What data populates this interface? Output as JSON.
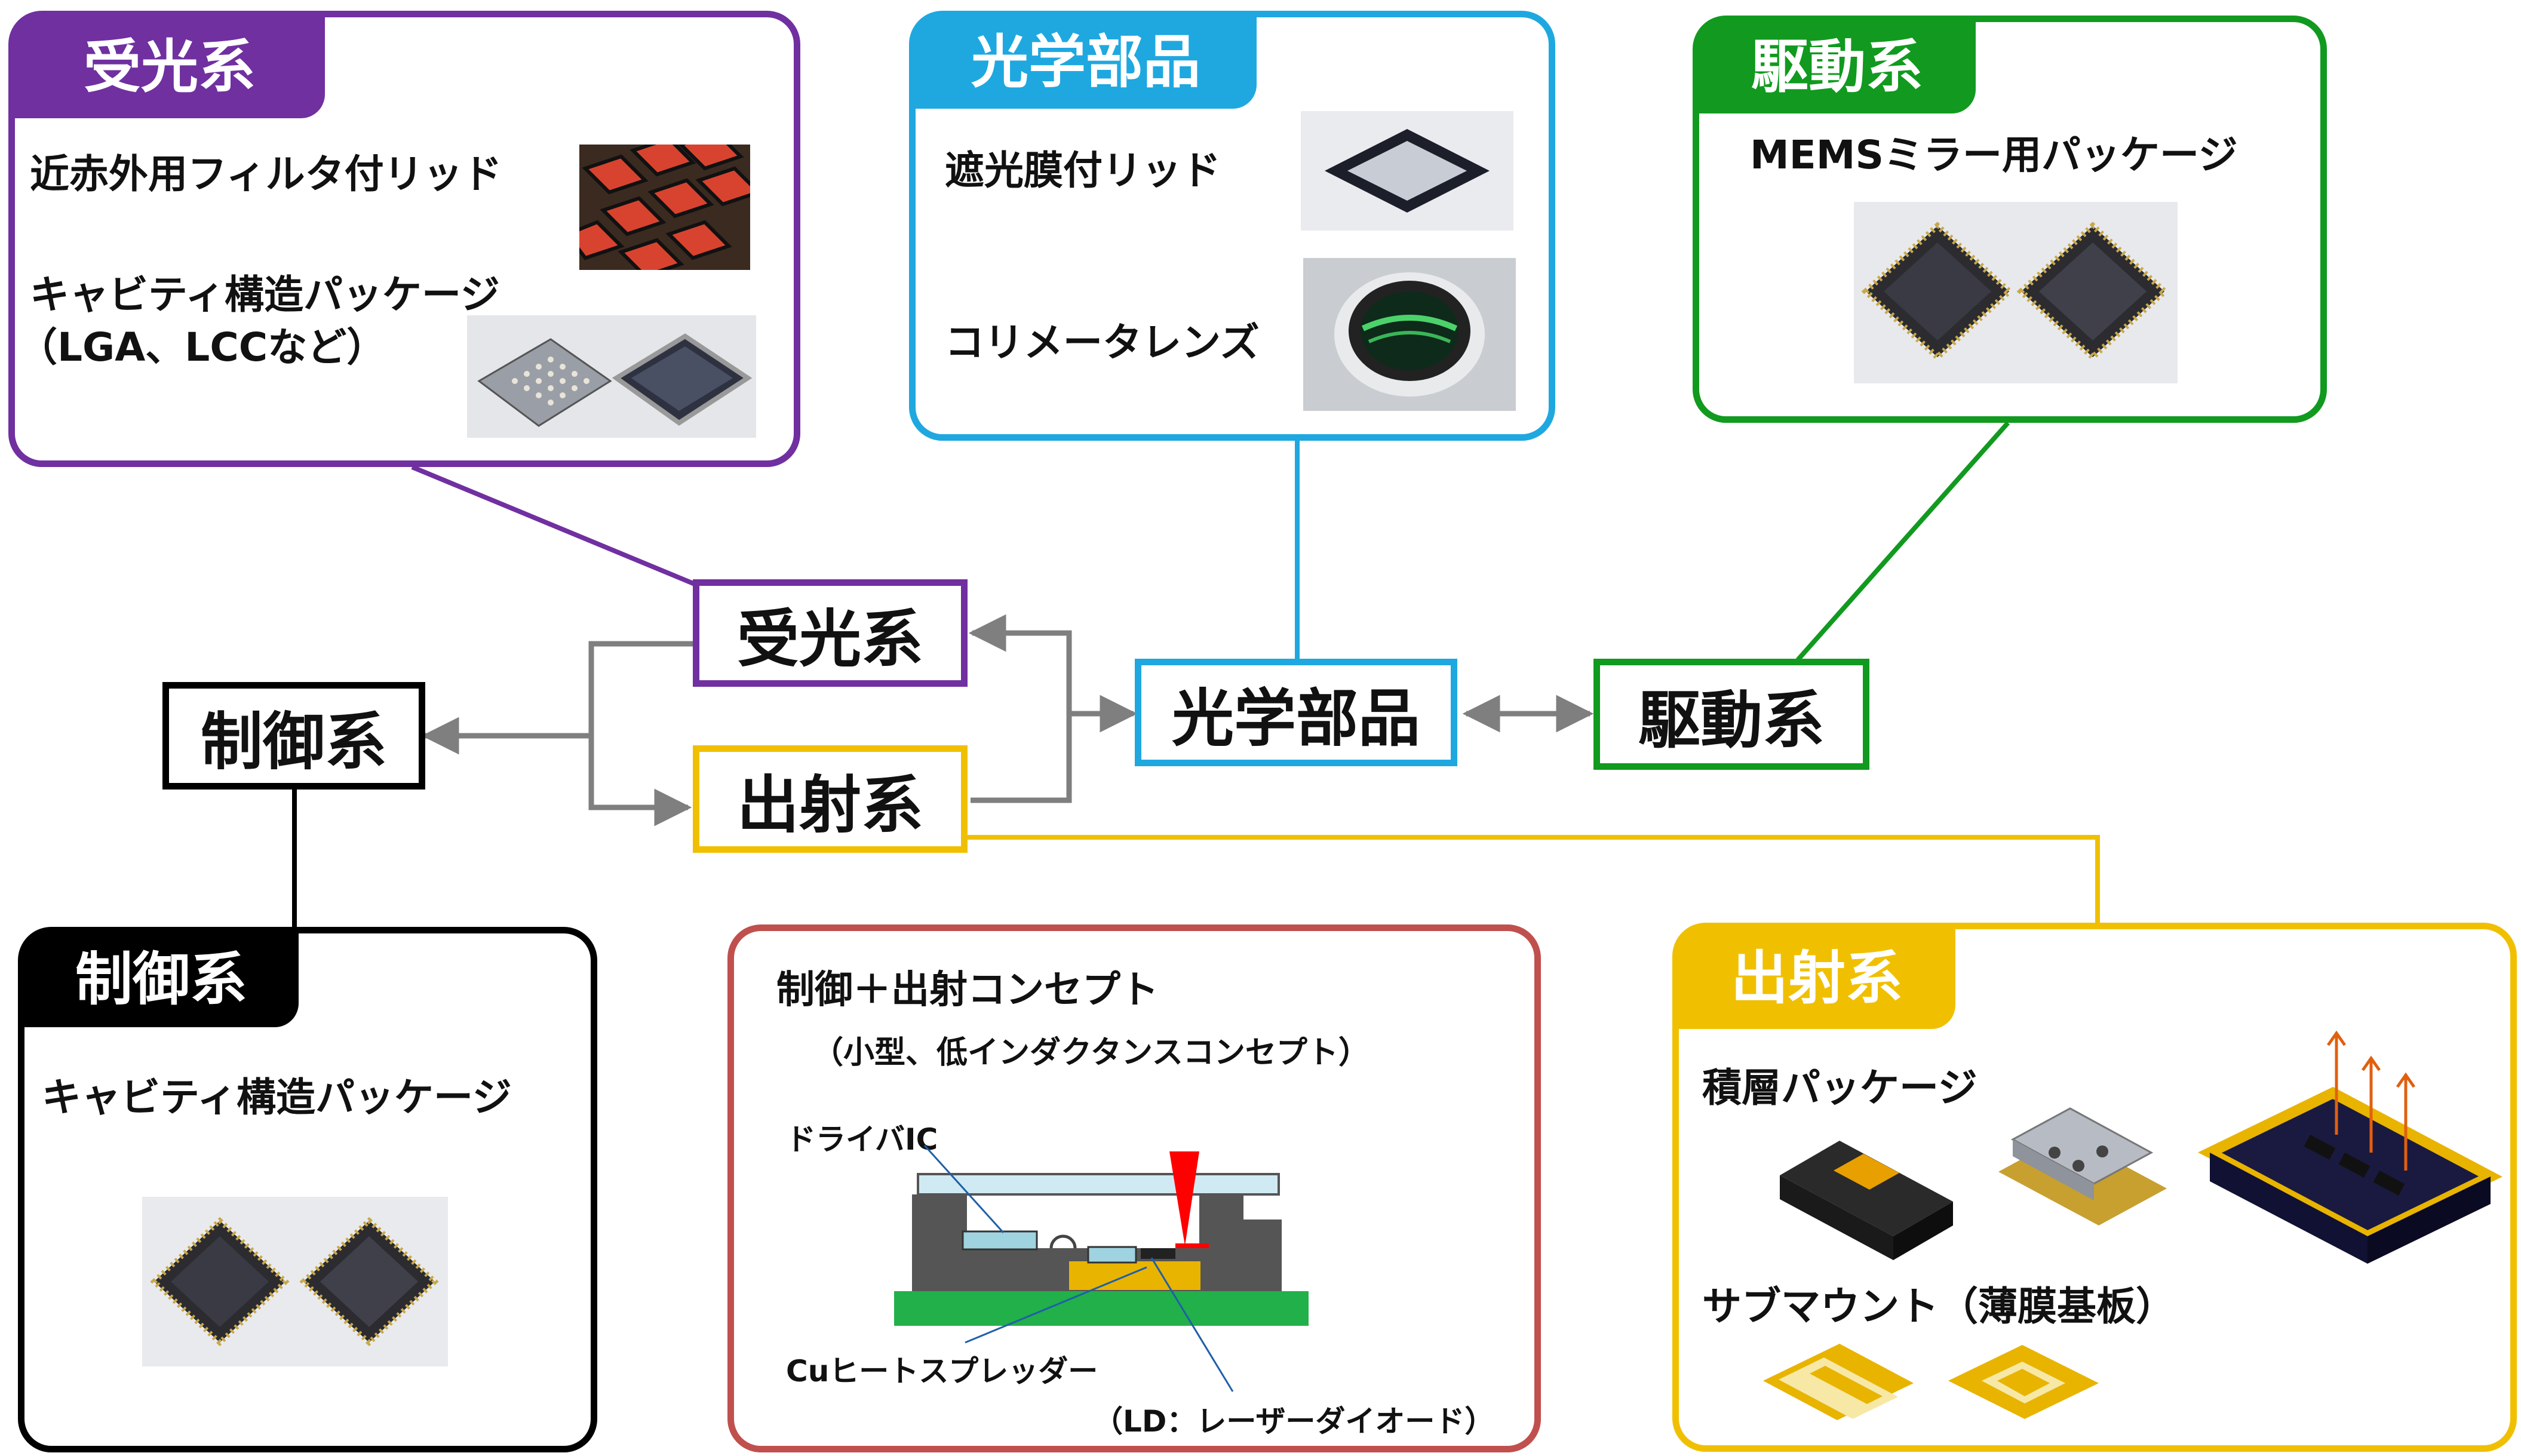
{
  "colors": {
    "receive": "#7030a0",
    "optics": "#1fa8e0",
    "drive": "#119a1f",
    "control": "#000000",
    "emit": "#f0c000",
    "concept": "#c0504d",
    "arrow": "#7f7f7f"
  },
  "nodes": {
    "receive": "受光系",
    "emit": "出射系",
    "control": "制御系",
    "optics": "光学部品",
    "drive": "駆動系"
  },
  "panels": {
    "receive": {
      "title": "受光系",
      "item1": "近赤外用フィルタ付リッド",
      "item2": "キャビティ構造パッケージ",
      "item2_sub": "（LGA、LCCなど）"
    },
    "optics": {
      "title": "光学部品",
      "item1": "遮光膜付リッド",
      "item2": "コリメータレンズ"
    },
    "drive": {
      "title": "駆動系",
      "item1": "MEMSミラー用パッケージ"
    },
    "control": {
      "title": "制御系",
      "item1": "キャビティ構造パッケージ"
    },
    "concept": {
      "title": "制御＋出射コンセプト",
      "subtitle": "（小型、低インダクタンスコンセプト）",
      "label_ic": "ドライバIC",
      "label_cu": "Cuヒートスプレッダー",
      "label_ld": "（LD：レーザーダイオード）"
    },
    "emit": {
      "title": "出射系",
      "item1": "積層パッケージ",
      "item2": "サブマウント（薄膜基板）"
    }
  }
}
